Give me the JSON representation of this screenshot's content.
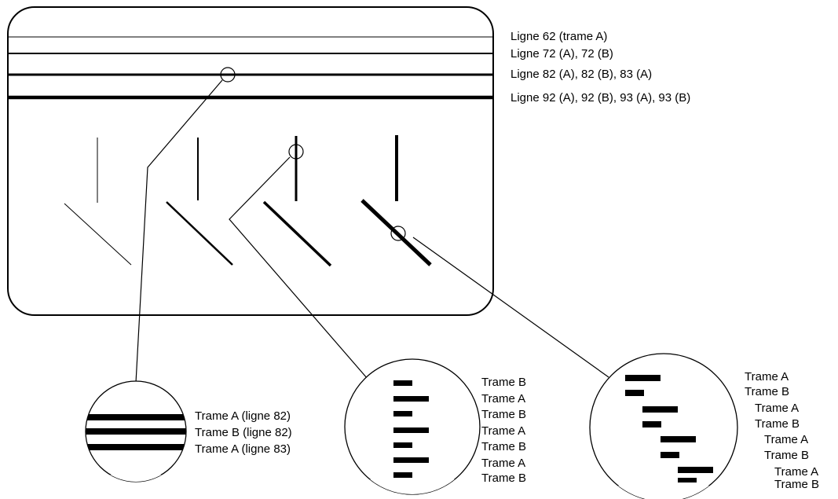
{
  "line_labels": [
    "Ligne 62 (trame A)",
    "Ligne 72 (A), 72 (B)",
    "Ligne 82 (A), 82 (B), 83 (A)",
    "Ligne 92 (A), 92 (B), 93 (A), 93 (B)"
  ],
  "zoom_left_labels": [
    "Trame A (ligne 82)",
    "Trame B (ligne 82)",
    "Trame A (ligne 83)"
  ],
  "zoom_middle_labels": [
    "Trame B",
    "Trame A",
    "Trame B",
    "Trame A",
    "Trame B",
    "Trame A",
    "Trame B"
  ],
  "zoom_right_labels": [
    "Trame A",
    "Trame B",
    "Trame A",
    "Trame B",
    "Trame A",
    "Trame B",
    "Trame A",
    "Trame B"
  ]
}
